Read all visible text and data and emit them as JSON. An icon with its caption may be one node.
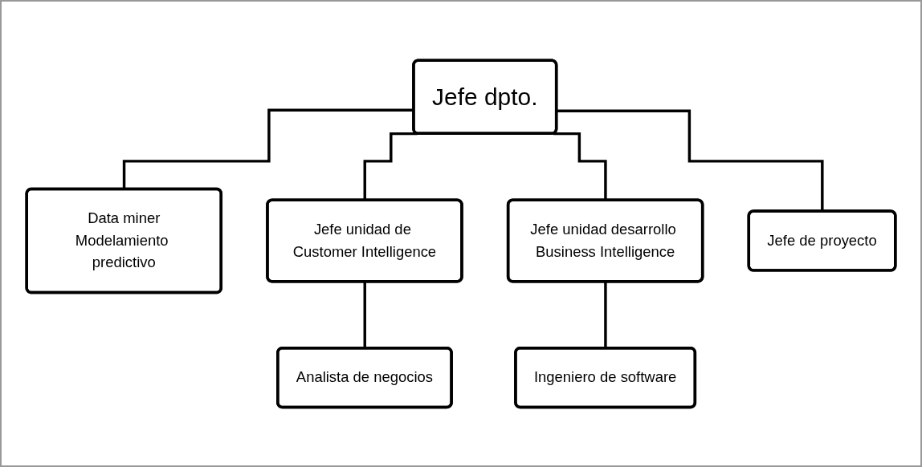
{
  "diagram": {
    "nodes": [
      {
        "text": [
          "Jefe dpto."
        ]
      },
      {
        "text": [
          "Data miner",
          "Modelamiento predictivo"
        ]
      },
      {
        "text": [
          "Jefe unidad de Customer Intelligence"
        ]
      },
      {
        "text": [
          "Jefe unidad desarrollo Business Intelligence"
        ]
      },
      {
        "text": [
          "Jefe de proyecto"
        ]
      },
      {
        "text": [
          "Analista de negocios"
        ]
      },
      {
        "text": [
          "Ingeniero de software"
        ]
      }
    ],
    "edges": [
      {
        "from": 0,
        "to": 1,
        "arrow": "none"
      },
      {
        "from": 0,
        "to": 2,
        "arrow": "none"
      },
      {
        "from": 0,
        "to": 3,
        "arrow": "none"
      },
      {
        "from": 0,
        "to": 4,
        "arrow": "none"
      },
      {
        "from": 2,
        "to": 5,
        "arrow": "none"
      },
      {
        "from": 3,
        "to": 6,
        "arrow": "none"
      }
    ]
  }
}
